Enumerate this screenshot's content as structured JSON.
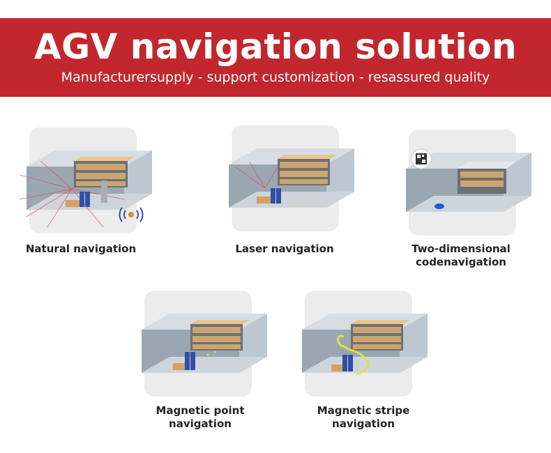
{
  "header": {
    "title": "AGV navigation solution",
    "subtitle": "Manufacturersupply - support customization - resassured quality"
  },
  "items": [
    {
      "label": "Natural navigation"
    },
    {
      "label": "Laser navigation"
    },
    {
      "label": "Two-dimensional codenavigation"
    },
    {
      "label": "Magnetic point navigation"
    },
    {
      "label": "Magnetic stripe navigation"
    }
  ],
  "colors": {
    "banner": "#c1272d",
    "tile": "#ececec",
    "laser": "#e04a4a",
    "magnetic": "#d8e24a",
    "marker": "#1f5bd8"
  }
}
